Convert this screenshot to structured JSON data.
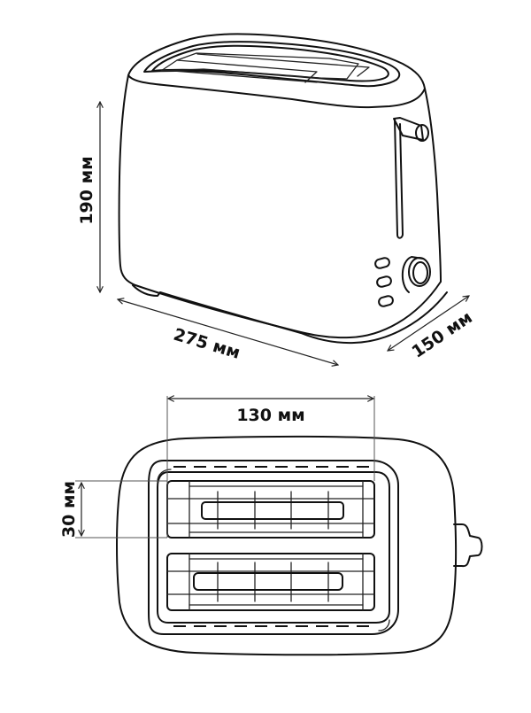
{
  "drawing": {
    "subject": "Toaster dimension diagram",
    "colors": {
      "line": "#111111",
      "background": "#ffffff"
    },
    "perspective_view": {
      "dimensions": {
        "height": "190 мм",
        "length": "275 мм",
        "depth": "150 мм"
      },
      "parts": [
        "top-slots",
        "lever",
        "control-buttons",
        "browning-knob",
        "base"
      ],
      "button_count": 3
    },
    "top_view": {
      "dimensions": {
        "slot_length": "130 мм",
        "slot_width": "30 мм"
      },
      "slot_count": 2,
      "parts": [
        "outer-body",
        "slot-frame",
        "slot-1",
        "slot-2",
        "lever-side"
      ]
    }
  }
}
